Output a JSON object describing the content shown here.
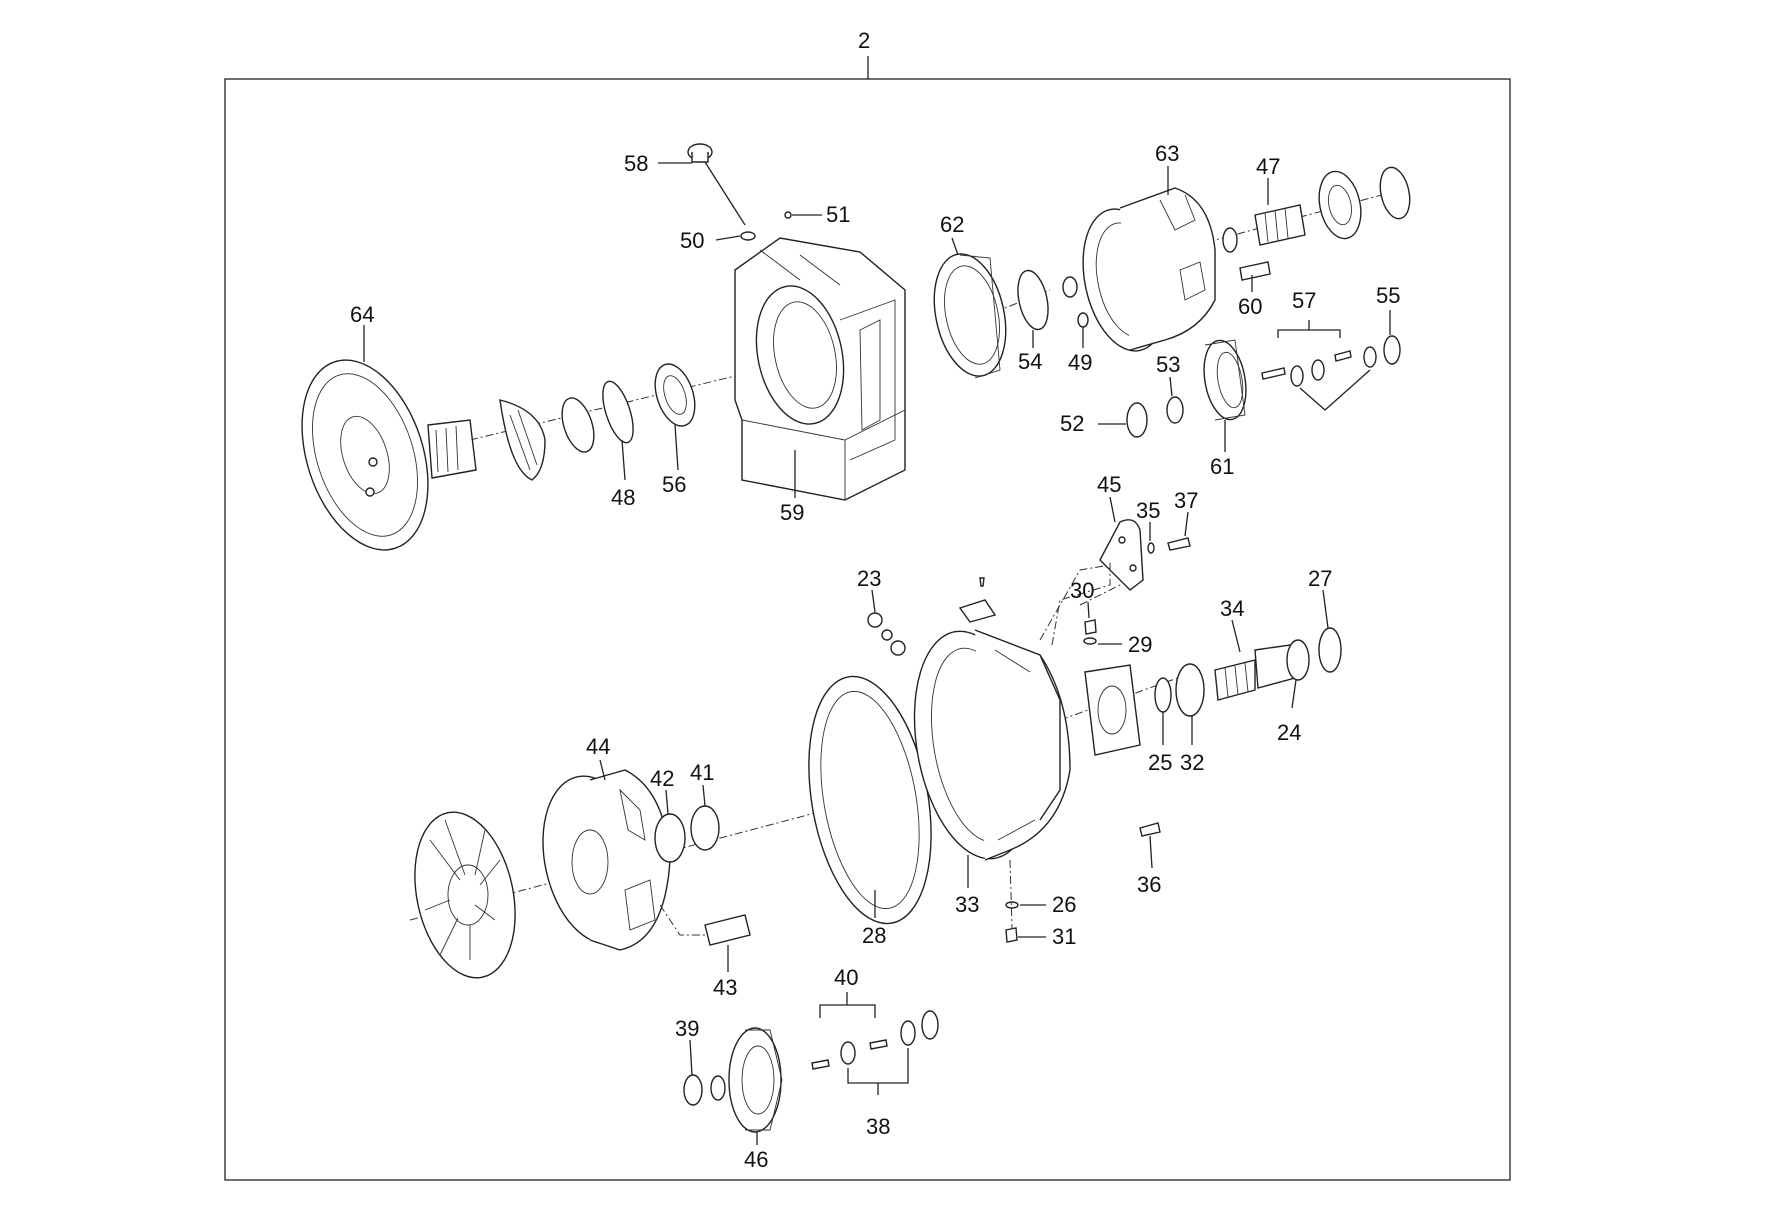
{
  "assembly_label": "2",
  "callouts": [
    "64",
    "58",
    "50",
    "51",
    "48",
    "56",
    "59",
    "62",
    "54",
    "49",
    "63",
    "47",
    "60",
    "57",
    "55",
    "53",
    "52",
    "61",
    "45",
    "35",
    "37",
    "23",
    "30",
    "29",
    "34",
    "27",
    "24",
    "25",
    "32",
    "44",
    "42",
    "41",
    "28",
    "33",
    "26",
    "31",
    "36",
    "43",
    "40",
    "39",
    "38",
    "46"
  ]
}
